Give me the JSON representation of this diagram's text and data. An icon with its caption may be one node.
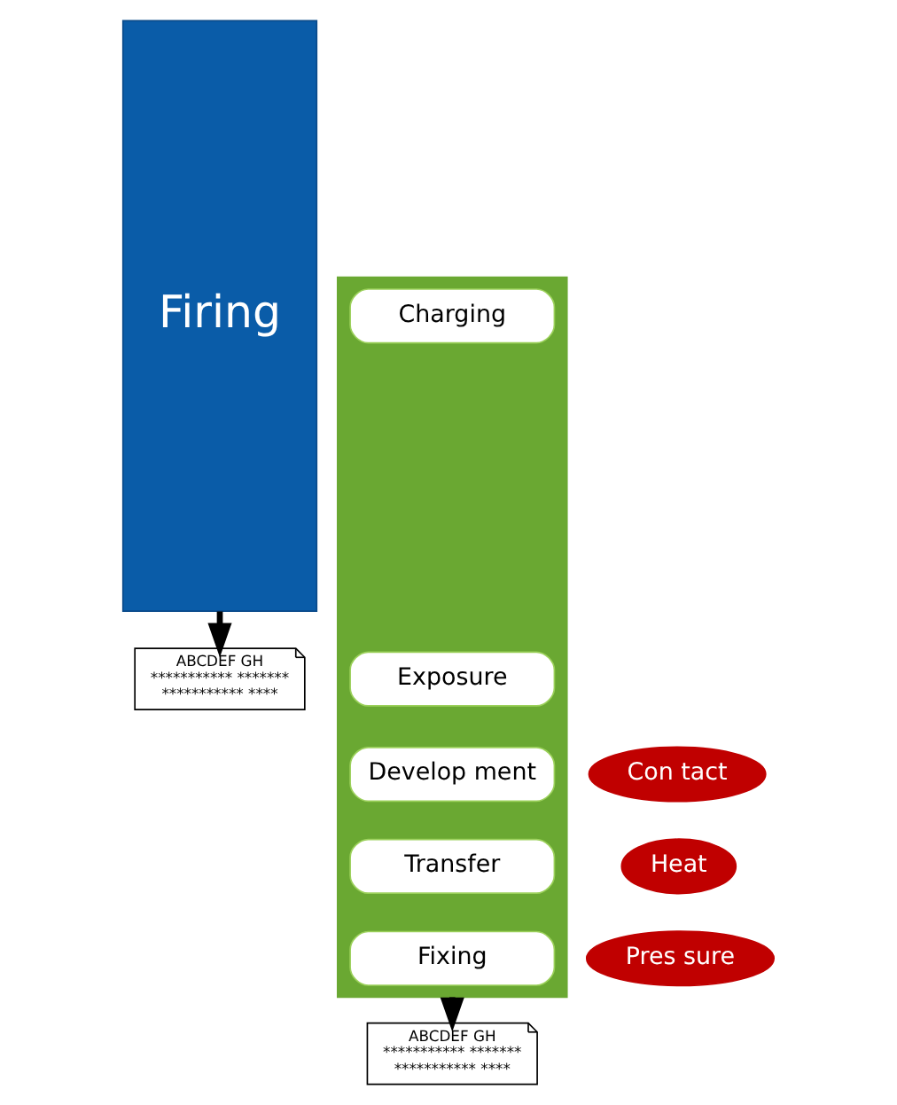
{
  "diagram": {
    "nodes": [
      {
        "text": [
          "Firing"
        ]
      },
      {
        "text": [
          "ABCDEF GH",
          "*********** *******",
          "*********** ****"
        ]
      },
      {
        "text": [],
        "shape": "arrow"
      },
      {
        "text": [
          "Charging"
        ],
        "in": 2
      },
      {
        "text": [
          "Exposure"
        ],
        "in": 2
      },
      {
        "text": [
          "Develop ment"
        ],
        "in": 2
      },
      {
        "text": [
          "Transfer"
        ],
        "in": 2
      },
      {
        "text": [
          "Fixing"
        ],
        "in": 2
      },
      {
        "text": [
          "ABCDEF GH",
          "*********** *******",
          "*********** ****"
        ]
      },
      {
        "text": [
          "Con tact"
        ]
      },
      {
        "text": [
          "Heat"
        ]
      },
      {
        "text": [
          "Pres sure"
        ]
      }
    ],
    "edges": [
      {
        "from": 0,
        "to": 1,
        "arrow": "to"
      },
      {
        "from": 2,
        "to": 8,
        "arrow": "to"
      }
    ]
  }
}
